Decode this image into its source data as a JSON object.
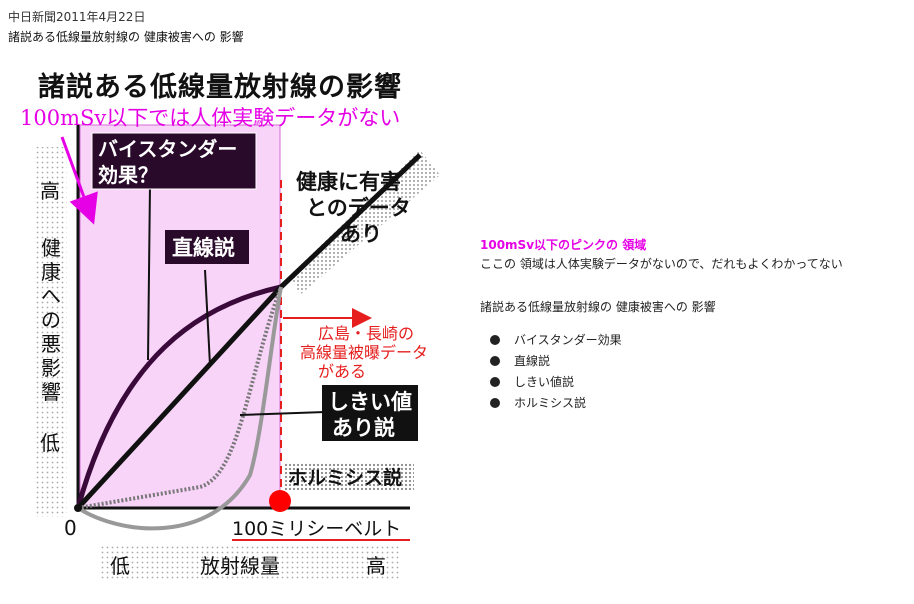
{
  "source": "中日新聞2011年4月22日",
  "subtitle": "諸説ある低線量放射線の 健康被害への 影響",
  "figure": {
    "title": "諸説ある低線量放射線の影響",
    "pink_note": "100mSv以下では人体実験データがない",
    "labels": {
      "bystander": [
        "バイスタンダー",
        "効果？"
      ],
      "linear": "直線説",
      "harm": [
        "健康に有害",
        "とのデータ",
        "あり"
      ],
      "hiroshima": [
        "広島・長崎の",
        "高線量被曝データ",
        "がある"
      ],
      "threshold": [
        "しきい値",
        "あり説"
      ],
      "hormesis": "ホルミシス説",
      "y_high": "高",
      "y_label": [
        "健",
        "康",
        "へ",
        "の",
        "悪",
        "影",
        "響"
      ],
      "y_low": "低",
      "origin": "0",
      "x_mark": "100ミリシーベルト",
      "x_low": "低",
      "x_label": "放射線量",
      "x_high": "高"
    },
    "colors": {
      "pink_region": "#f8d4f8",
      "magenta": "#e600e6",
      "red": "#e61e1e",
      "dark": "#111111"
    }
  },
  "side": {
    "heading": "100mSv以下のピンクの 領域",
    "description": "ここの 領域は人体実験データがないので、だれもよくわかってない",
    "topic": "諸説ある低線量放射線の 健康被害への 影響",
    "items": [
      "バイスタンダー効果",
      "直線説",
      "しきい値説",
      "ホルミシス説"
    ]
  }
}
